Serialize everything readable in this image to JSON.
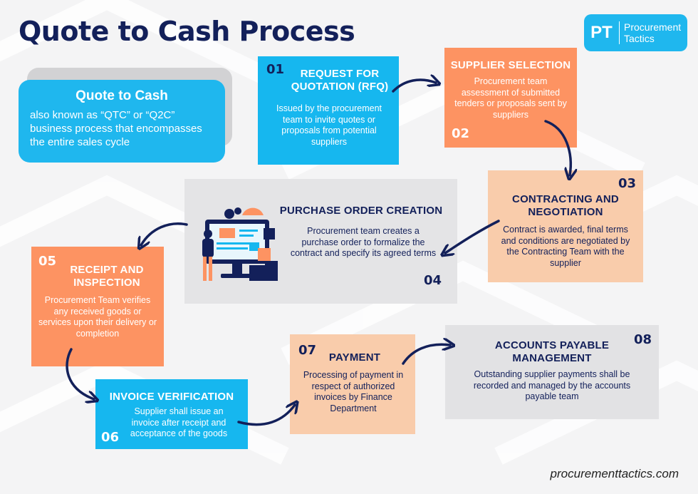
{
  "title": "Quote to Cash Process",
  "logo": {
    "mark": "PT",
    "line1": "Procurement",
    "line2": "Tactics"
  },
  "intro": {
    "title": "Quote to Cash",
    "body": "also known as “QTC” or “Q2C” business process that encompasses the entire sales cycle"
  },
  "steps": [
    {
      "num": "01",
      "title": "REQUEST FOR QUOTATION (RFQ)",
      "body": "Issued by the procurement team to invite quotes or proposals from potential suppliers"
    },
    {
      "num": "02",
      "title": "SUPPLIER SELECTION",
      "body": "Procurement team assessment of submitted tenders or proposals sent by suppliers"
    },
    {
      "num": "03",
      "title": "CONTRACTING AND NEGOTIATION",
      "body": "Contract is awarded, final terms and conditions are negotiated by the Contracting Team with the supplier"
    },
    {
      "num": "04",
      "title": "PURCHASE ORDER CREATION",
      "body": "Procurement team creates a purchase order to formalize the contract and specify its agreed terms"
    },
    {
      "num": "05",
      "title": "RECEIPT AND INSPECTION",
      "body": "Procurement Team verifies any received goods or services upon their delivery or completion"
    },
    {
      "num": "06",
      "title": "INVOICE VERIFICATION",
      "body": "Supplier shall issue an invoice after receipt and acceptance of the goods"
    },
    {
      "num": "07",
      "title": "PAYMENT",
      "body": "Processing of payment in respect of authorized invoices by Finance Department"
    },
    {
      "num": "08",
      "title": "ACCOUNTS PAYABLE MANAGEMENT",
      "body": "Outstanding supplier payments shall be recorded and managed by the accounts payable team"
    }
  ],
  "footer": "procurementtactics.com",
  "colors": {
    "navy": "#13205a",
    "blue": "#16b7ef",
    "orange": "#fd9362",
    "peach": "#f9ccab",
    "grey": "#e4e4e6"
  }
}
